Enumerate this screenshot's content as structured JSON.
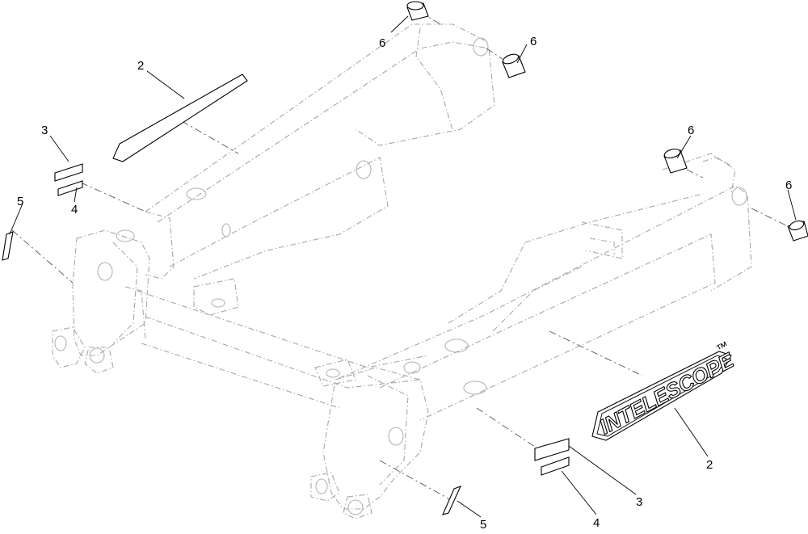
{
  "callouts": [
    {
      "id": "c1",
      "label": "6"
    },
    {
      "id": "c2",
      "label": "6"
    },
    {
      "id": "c3",
      "label": "2"
    },
    {
      "id": "c4",
      "label": "3"
    },
    {
      "id": "c5",
      "label": "5"
    },
    {
      "id": "c6",
      "label": "4"
    },
    {
      "id": "c7",
      "label": "6"
    },
    {
      "id": "c8",
      "label": "6"
    },
    {
      "id": "c9",
      "label": "2"
    },
    {
      "id": "c10",
      "label": "3"
    },
    {
      "id": "c11",
      "label": "5"
    },
    {
      "id": "c12",
      "label": "4"
    }
  ],
  "decal": {
    "brand_text": "INTELESCOPE",
    "trademark": "™"
  }
}
